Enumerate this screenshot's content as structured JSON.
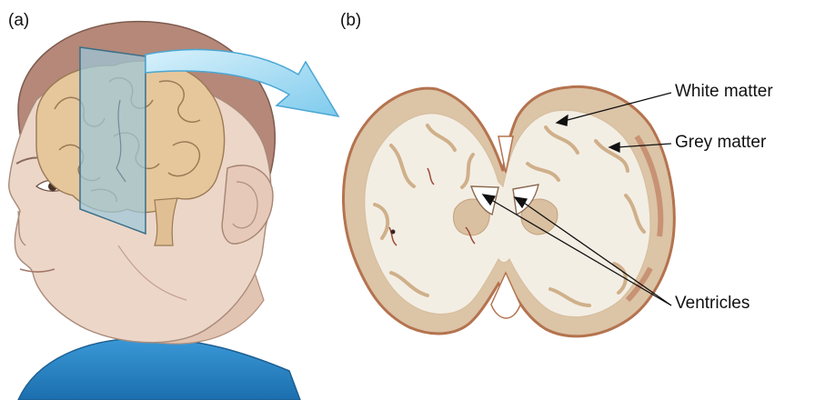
{
  "panels": {
    "a": {
      "label": "(a)"
    },
    "b": {
      "label": "(b)"
    }
  },
  "callouts": {
    "white_matter": "White matter",
    "grey_matter": "Grey matter",
    "ventricles": "Ventricles"
  },
  "colors": {
    "skin": "#ebd3c4",
    "hair": "#b9897b",
    "brain": "#e4c59a",
    "shirt": "#2f86c8",
    "slice_plane": "#9cc6d8",
    "arrow": "#8fd3f0",
    "white_matter": "#f1ece2",
    "grey_matter": "#d9c2a4",
    "brain_edge": "#b9714f"
  }
}
